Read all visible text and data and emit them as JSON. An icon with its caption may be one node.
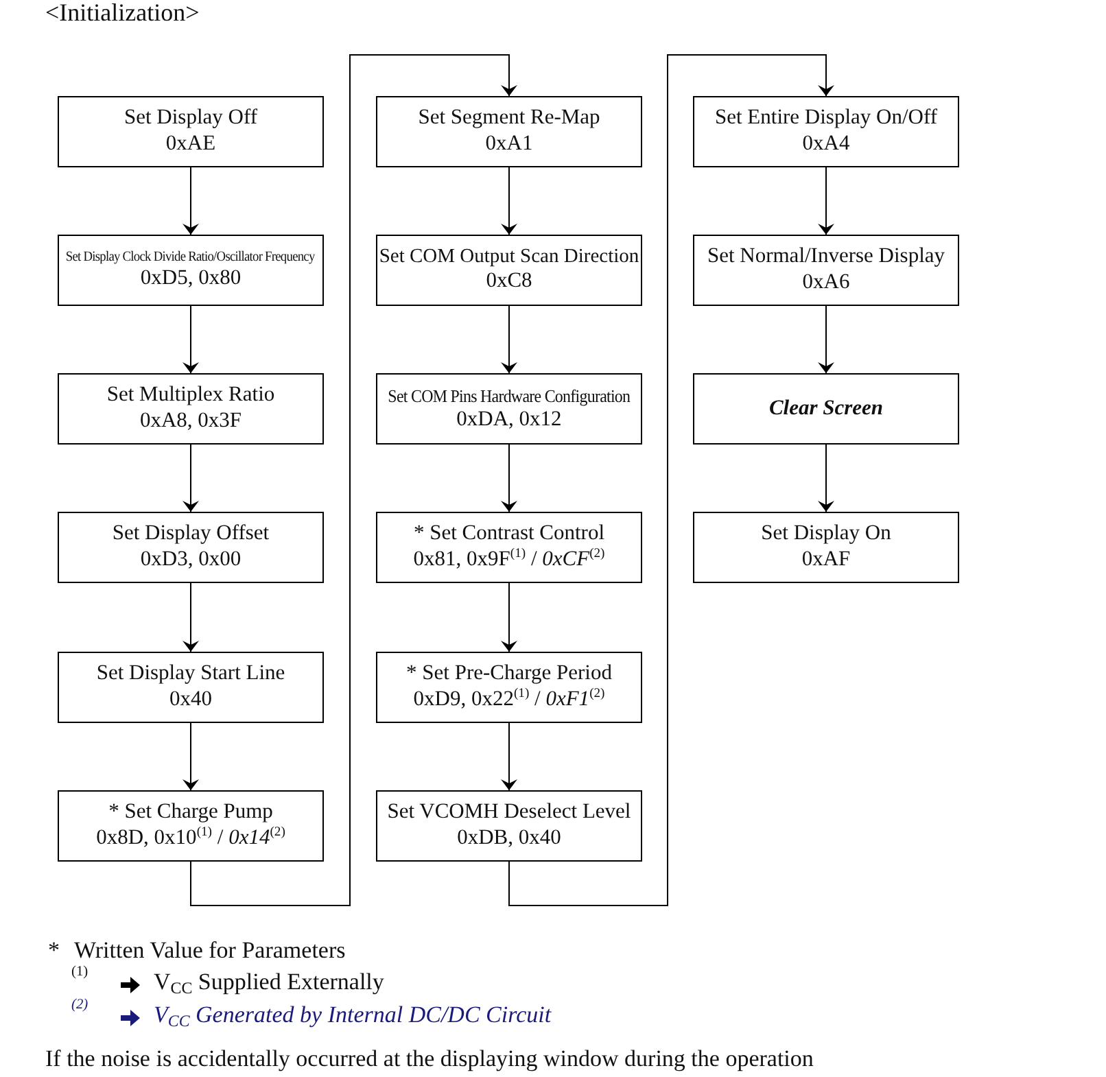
{
  "diagram": {
    "title": "<Initialization>",
    "nodes": [
      {
        "text": [
          "Set Display Off",
          "0xAE"
        ]
      },
      {
        "text": [
          "Set Display Clock Divide Ratio/Oscillator Frequency",
          "0xD5, 0x80"
        ]
      },
      {
        "text": [
          "Set Multiplex Ratio",
          "0xA8, 0x3F"
        ]
      },
      {
        "text": [
          "Set Display Offset",
          "0xD3, 0x00"
        ]
      },
      {
        "text": [
          "Set Display Start Line",
          "0x40"
        ]
      },
      {
        "text": [
          "* Set Charge Pump",
          "0x8D, 0x10$^{(1)}$ / *0x14*$^{(2)}$"
        ]
      },
      {
        "text": [
          "Set Segment Re-Map",
          "0xA1"
        ]
      },
      {
        "text": [
          "Set COM Output Scan Direction",
          "0xC8"
        ]
      },
      {
        "text": [
          "Set COM Pins Hardware Configuration",
          "0xDA, 0x12"
        ]
      },
      {
        "text": [
          "* Set Contrast Control",
          "0x81, 0x9F$^{(1)}$ / *0xCF*$^{(2)}$"
        ]
      },
      {
        "text": [
          "* Set Pre-Charge Period",
          "0xD9, 0x22$^{(1)}$ / *0xF1*$^{(2)}$"
        ]
      },
      {
        "text": [
          "Set VCOMH Deselect Level",
          "0xDB, 0x40"
        ]
      },
      {
        "text": [
          "Set Entire Display On/Off",
          "0xA4"
        ]
      },
      {
        "text": [
          "Set Normal/Inverse Display",
          "0xA6"
        ]
      },
      {
        "text": [
          "Clear Screen"
        ]
      },
      {
        "text": [
          "Set Display On",
          "0xAF"
        ]
      }
    ],
    "edges": [
      {
        "from": 0,
        "to": 1,
        "arrow": "to"
      },
      {
        "from": 1,
        "to": 2,
        "arrow": "to"
      },
      {
        "from": 2,
        "to": 3,
        "arrow": "to"
      },
      {
        "from": 3,
        "to": 4,
        "arrow": "to"
      },
      {
        "from": 4,
        "to": 5,
        "arrow": "to"
      },
      {
        "from": 5,
        "to": 6,
        "arrow": "to"
      },
      {
        "from": 6,
        "to": 7,
        "arrow": "to"
      },
      {
        "from": 7,
        "to": 8,
        "arrow": "to"
      },
      {
        "from": 8,
        "to": 9,
        "arrow": "to"
      },
      {
        "from": 9,
        "to": 10,
        "arrow": "to"
      },
      {
        "from": 10,
        "to": 11,
        "arrow": "to"
      },
      {
        "from": 11,
        "to": 12,
        "arrow": "to"
      },
      {
        "from": 12,
        "to": 13,
        "arrow": "to"
      },
      {
        "from": 13,
        "to": 14,
        "arrow": "to"
      },
      {
        "from": 14,
        "to": 15,
        "arrow": "to"
      }
    ],
    "labels": [
      "*",
      "Written Value for Parameters",
      "$^{(1)}$",
      "V$_{CC}$ Supplied Externally",
      "$^{(2)}$",
      "V$_{CC}$ Generated by Internal DC/DC Circuit",
      "If the noise is accidentally occurred at the displaying window during the operation"
    ]
  }
}
